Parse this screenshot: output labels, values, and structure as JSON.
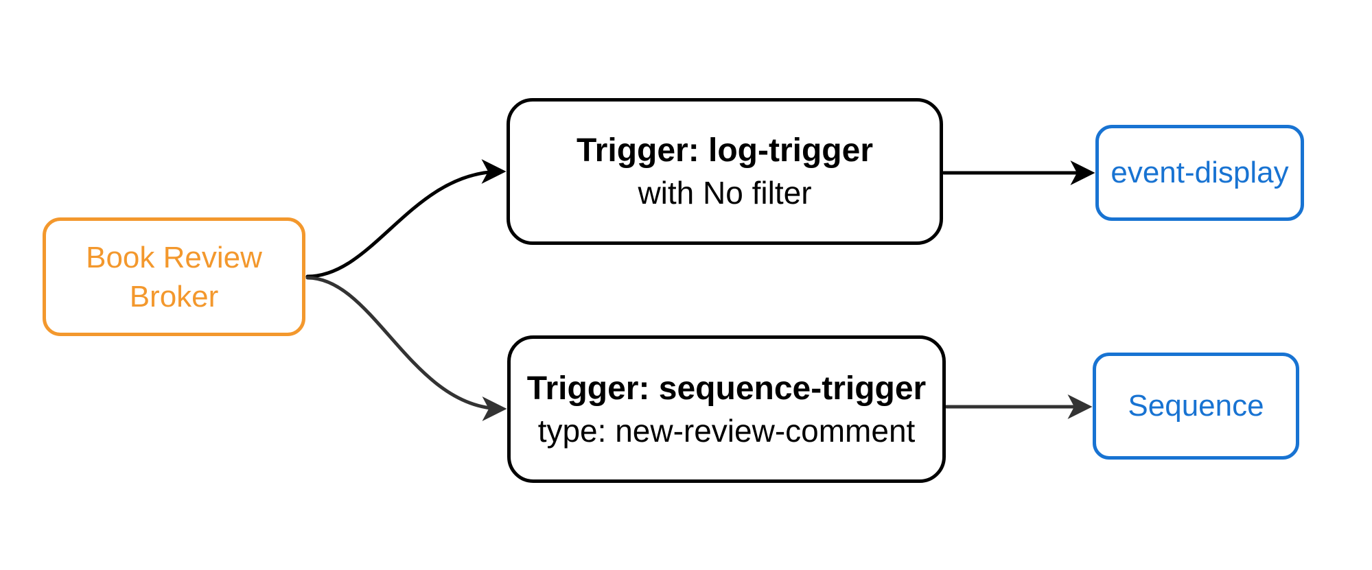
{
  "colors": {
    "background": "#ffffff",
    "broker": "#F3982D",
    "sink": "#1873D2",
    "trigger_border": "#000000",
    "trigger_text": "#000000",
    "edge_primary": "#000000",
    "edge_secondary": "#333333"
  },
  "nodes": {
    "broker": {
      "label": "Book Review Broker"
    },
    "trigger_log": {
      "title": "Trigger: log-trigger",
      "subtitle": "with No filter"
    },
    "trigger_sequence": {
      "title": "Trigger: sequence-trigger",
      "subtitle": "type: new-review-comment"
    },
    "sink_event_display": {
      "label": "event-display"
    },
    "sink_sequence": {
      "label": "Sequence"
    }
  }
}
